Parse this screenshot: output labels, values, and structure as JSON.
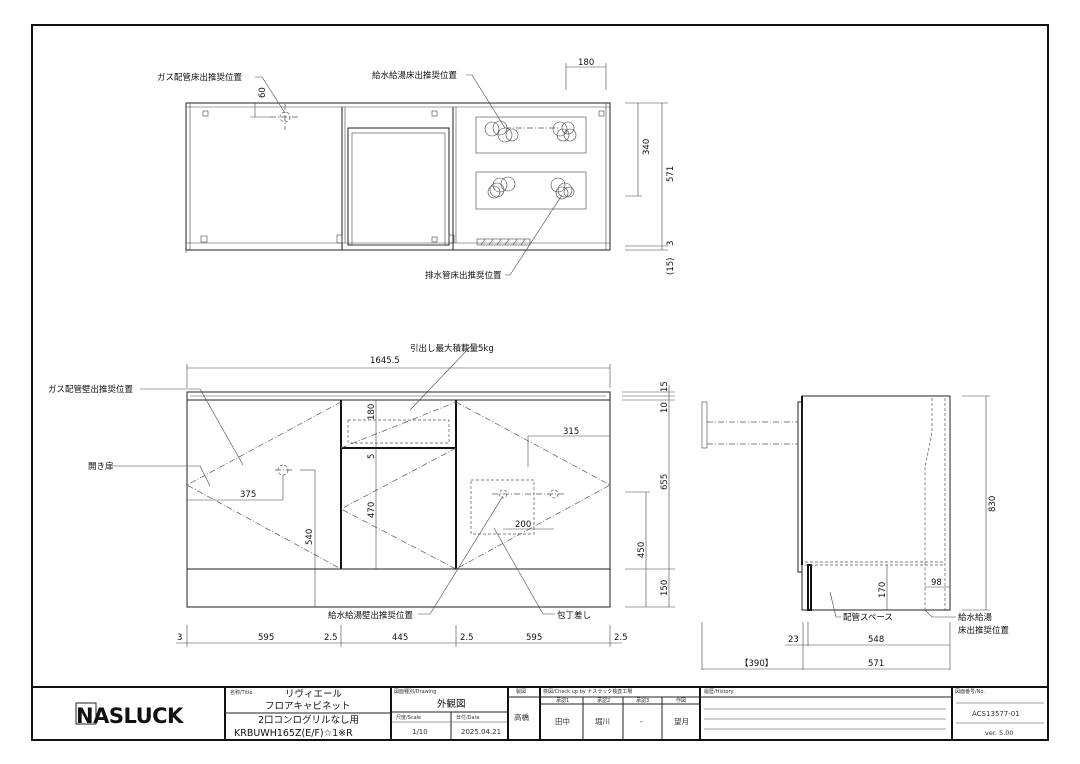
{
  "plan_view": {
    "gas_floor_label": "ガス配管床出推奨位置",
    "water_floor_label": "給水給湯床出推奨位置",
    "drain_floor_label": "排水管床出推奨位置",
    "dims": {
      "d60": "60",
      "d180": "180",
      "d340": "340",
      "d571": "571",
      "d3": "3",
      "d15": "(15)"
    }
  },
  "front_view": {
    "drawer_load_label": "引出し最大積載量5kg",
    "gas_wall_label": "ガス配管壁出推奨位置",
    "hinged_door_label": "開き扉",
    "water_wall_label": "給水給湯壁出推奨位置",
    "knife_holder_label": "包丁差し",
    "dims": {
      "width": "1645.5",
      "d375": "375",
      "d540": "540",
      "d180": "180",
      "d5": "5",
      "d470": "470",
      "d315": "315",
      "d200": "200",
      "d15": "15",
      "d10": "10",
      "d655": "655",
      "d450": "450",
      "d150": "150",
      "bottom": [
        "3",
        "595",
        "2.5",
        "445",
        "2.5",
        "595",
        "2.5"
      ]
    }
  },
  "side_view": {
    "pipe_space_label": "配管スペース",
    "water_floor_label_1": "給水給湯",
    "water_floor_label_2": "床出推奨位置",
    "dims": {
      "d830": "830",
      "d170": "170",
      "d98": "98",
      "d23": "23",
      "d548": "548",
      "d571": "571",
      "d390": "【390】"
    }
  },
  "title_block": {
    "logo_text": "NASLUCK",
    "title_label": "名称/Title",
    "title_line1": "リヴィエール",
    "title_line2": "フロアキャビネット",
    "title_line3": "2口コンログリルなし用",
    "title_line4": "KRBUWH165Z(E/F)☆1※R",
    "drawing_label": "図面種別/Drawing",
    "drawing_value": "外観図",
    "scale_label": "尺度/Scale",
    "scale_value": "1/10",
    "date_label": "日付/Date",
    "date_value": "2025.04.21",
    "drafted_label": "製図",
    "drafted_value": "高橋",
    "check_label": "検図/Check up by ナスラック検査工場",
    "approvers": [
      {
        "label": "承認1",
        "value": "田中"
      },
      {
        "label": "承認2",
        "value": "堀川"
      },
      {
        "label": "承認3",
        "value": "-"
      },
      {
        "label": "作図",
        "value": "望月"
      }
    ],
    "history_label": "履歴/History",
    "number_label": "図面番号/No.",
    "number_value": "ACS13577-01",
    "version": "ver. 5.00"
  }
}
